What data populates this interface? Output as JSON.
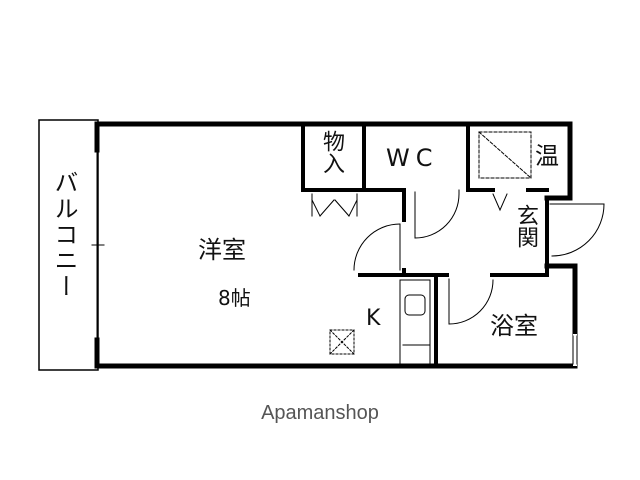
{
  "rooms": {
    "balcony": "バルコニー",
    "western_room": "洋室",
    "western_room_size": "8帖",
    "storage": "物入",
    "toilet": "WC",
    "water_heater": "温",
    "entrance": "玄関",
    "kitchen": "K",
    "bathroom": "浴室"
  },
  "watermark": "Apamanshop"
}
